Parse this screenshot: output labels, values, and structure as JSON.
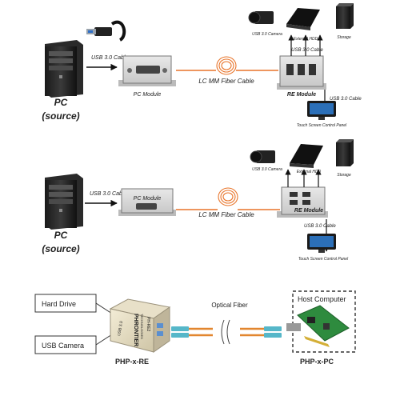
{
  "diagram1": {
    "usb_cable_left": "USB 3.0 Cable",
    "pc_label": "PC",
    "pc_source": "(source)",
    "pc_module": "PC Module",
    "fiber_cable": "LC MM Fiber Cable",
    "re_module": "RE Module",
    "usb_cable_top": "USB 3.0 Cable",
    "usb_cable_right": "USB 3.0 Cable",
    "camera": "USB 3.0 Camera",
    "hdd": "External HDD",
    "storage": "Storage",
    "touch_panel": "Touch Screen Control Panel"
  },
  "diagram2": {
    "usb_cable_left": "USB 3.0 Cable",
    "pc_label": "PC",
    "pc_source": "(source)",
    "pc_module": "PC Module",
    "fiber_cable": "LC MM Fiber Cable",
    "re_module": "RE Module",
    "usb_cable_right": "USB 3.0 Cable",
    "camera": "USB 3.0 Camera",
    "hdd": "External HDD",
    "storage": "Storage",
    "touch_panel": "Touch Screen Control Panel"
  },
  "diagram3": {
    "hard_drive": "Hard Drive",
    "usb_camera": "USB Camera",
    "optical_fiber": "Optical Fiber",
    "host_computer": "Host Computer",
    "php_re": "PHP-x-RE",
    "php_pc": "PHP-x-PC",
    "brand": "PHRONTIER",
    "brand_sub": "TECHNOLOGIES",
    "model": "PH-RE2",
    "side_label": "USB 3.0"
  }
}
